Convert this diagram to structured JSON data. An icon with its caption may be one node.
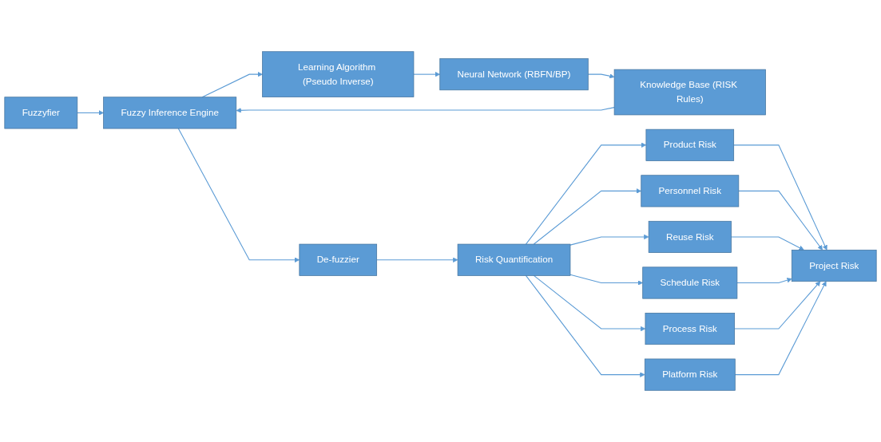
{
  "diagram": {
    "nodes": [
      {
        "text": [
          "Fuzzyfier"
        ]
      },
      {
        "text": [
          "Fuzzy Inference Engine"
        ]
      },
      {
        "text": [
          "De-fuzzier"
        ]
      },
      {
        "text": [
          "Risk Quantification"
        ]
      },
      {
        "text": [
          "Knowledge Base (RISK Rules)"
        ]
      },
      {
        "text": [
          "Learning Algorithm (Pseudo Inverse)"
        ]
      },
      {
        "text": [
          "Neural Network (RBFN/BP)"
        ]
      },
      {
        "text": [
          "Product Risk"
        ]
      },
      {
        "text": [
          "Personnel Risk"
        ]
      },
      {
        "text": [
          "Reuse Risk"
        ]
      },
      {
        "text": [
          "Schedule Risk"
        ]
      },
      {
        "text": [
          "Process Risk"
        ]
      },
      {
        "text": [
          "Platform Risk"
        ]
      },
      {
        "text": [
          "Project Risk"
        ]
      }
    ],
    "edges": [
      {
        "from": 0,
        "to": 1,
        "arrow": "to"
      },
      {
        "from": 1,
        "to": 2,
        "arrow": "to"
      },
      {
        "from": 1,
        "to": 5,
        "arrow": "to"
      },
      {
        "from": 2,
        "to": 3,
        "arrow": "to"
      },
      {
        "from": 3,
        "to": 7,
        "arrow": "to"
      },
      {
        "from": 3,
        "to": 8,
        "arrow": "to"
      },
      {
        "from": 3,
        "to": 9,
        "arrow": "to"
      },
      {
        "from": 3,
        "to": 10,
        "arrow": "to"
      },
      {
        "from": 3,
        "to": 11,
        "arrow": "to"
      },
      {
        "from": 3,
        "to": 12,
        "arrow": "to"
      },
      {
        "from": 5,
        "to": 6,
        "arrow": "to"
      },
      {
        "from": 6,
        "to": 4,
        "arrow": "to"
      },
      {
        "from": 4,
        "to": 1,
        "arrow": "to"
      },
      {
        "from": 7,
        "to": 13,
        "arrow": "to"
      },
      {
        "from": 8,
        "to": 13,
        "arrow": "to"
      },
      {
        "from": 9,
        "to": 13,
        "arrow": "to"
      },
      {
        "from": 10,
        "to": 13,
        "arrow": "to"
      },
      {
        "from": 11,
        "to": 13,
        "arrow": "to"
      },
      {
        "from": 12,
        "to": 13,
        "arrow": "to"
      }
    ]
  }
}
